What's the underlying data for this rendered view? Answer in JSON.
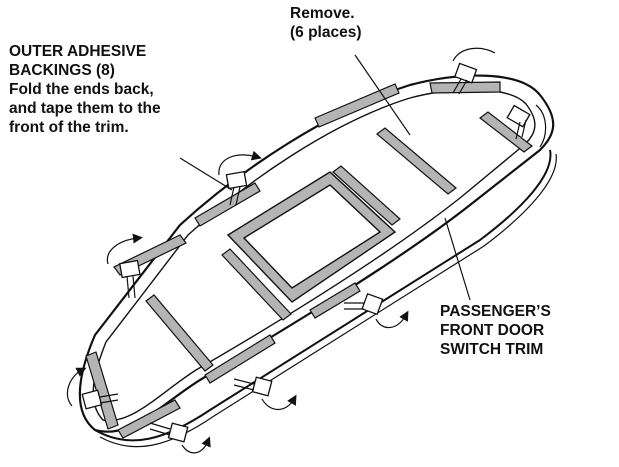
{
  "labels": {
    "remove": [
      "Remove.",
      "(6 places)"
    ],
    "backings": [
      "OUTER ADHESIVE",
      "BACKINGS (8)",
      "Fold the ends back,",
      "and tape them to the",
      "front of the trim."
    ],
    "trim": [
      "PASSENGER’S",
      "FRONT DOOR",
      "SWITCH TRIM"
    ]
  },
  "colors": {
    "line": "#111111",
    "adhesive_strip": "#b4b4b4",
    "backing_tab": "#ffffff",
    "background": "#ffffff"
  },
  "counts": {
    "outer_adhesive_backings": 8,
    "remove_places": 6
  }
}
